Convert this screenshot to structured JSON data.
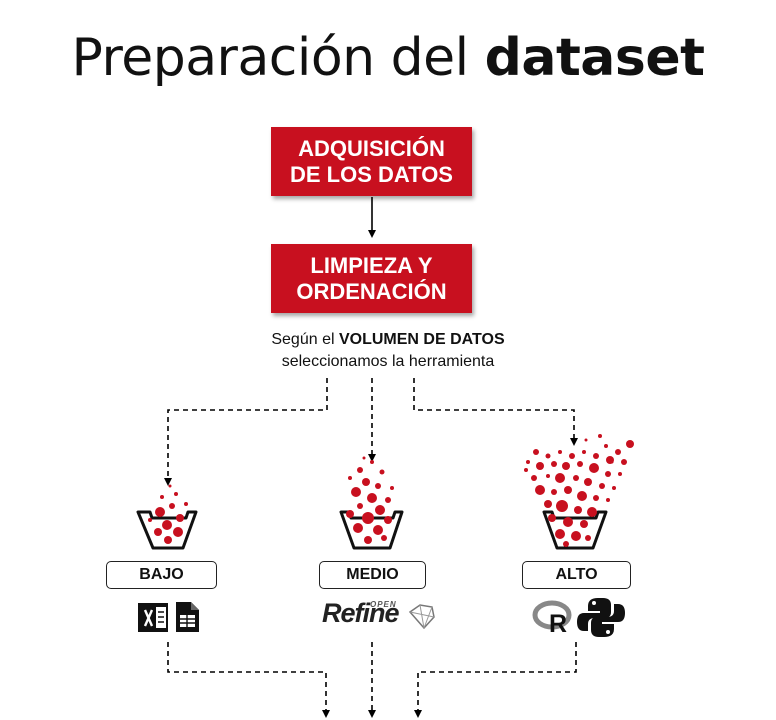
{
  "title": {
    "light": "Preparación del",
    "bold": "dataset"
  },
  "steps": [
    {
      "line1": "ADQUISICIÓN",
      "line2": "DE LOS DATOS"
    },
    {
      "line1": "LIMPIEZA Y",
      "line2": "ORDENACIÓN"
    }
  ],
  "note": {
    "prefix": "Según el",
    "bold": "VOLUMEN DE DATOS",
    "line2": "seleccionamos la herramienta"
  },
  "levels": [
    {
      "label": "BAJO",
      "tools": [
        "excel-icon",
        "google-sheets-icon"
      ],
      "fill_fraction": 0.35
    },
    {
      "label": "MEDIO",
      "tools": [
        "openrefine-logo"
      ],
      "fill_fraction": 0.65
    },
    {
      "label": "ALTO",
      "tools": [
        "r-logo-icon",
        "python-logo-icon"
      ],
      "fill_fraction": 1.0
    }
  ],
  "logos": {
    "refine": "Refine",
    "open": "OPEN"
  },
  "colors": {
    "accent": "#c8101f",
    "text": "#111111",
    "line": "#000000"
  }
}
